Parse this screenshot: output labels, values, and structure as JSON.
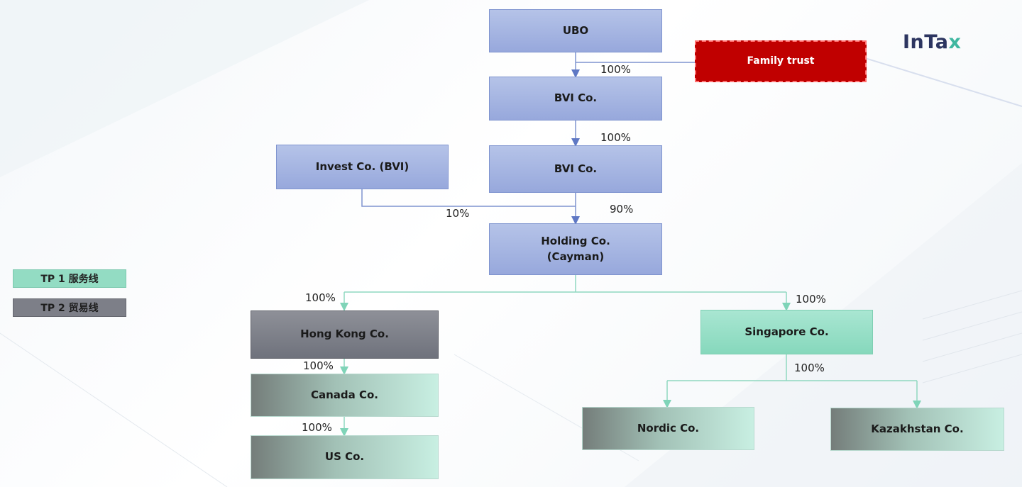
{
  "logo": {
    "part1": "InTa",
    "part2": "x"
  },
  "legend": [
    {
      "label": "TP 1 服务线",
      "color": "#93dcc3"
    },
    {
      "label": "TP 2 贸易线",
      "color": "#7d7f88"
    }
  ],
  "nodes": {
    "ubo": "UBO",
    "family_trust": "Family trust",
    "bvi_1": "BVI Co.",
    "bvi_2": "BVI Co.",
    "invest": "Invest Co. (BVI)",
    "holding_line1": "Holding Co.",
    "holding_line2": "(Cayman)",
    "hong_kong": "Hong Kong Co.",
    "canada": "Canada Co.",
    "us": "US Co.",
    "singapore": "Singapore Co.",
    "nordic": "Nordic Co.",
    "kazakhstan": "Kazakhstan Co."
  },
  "percentages": {
    "ubo_to_bvi1": "100%",
    "bvi1_to_bvi2": "100%",
    "bvi2_to_holding": "90%",
    "invest_to_holding": "10%",
    "holding_to_hk": "100%",
    "holding_to_sg": "100%",
    "hk_to_canada": "100%",
    "canada_to_us": "100%",
    "sg_to_subs": "100%"
  },
  "colors": {
    "blue_box": "#9eb0e0",
    "trust_red": "#c00000",
    "mint_box": "#93dcc3",
    "gray_box": "#7d7f88",
    "blue_line": "#5f78c4",
    "teal_line": "#7fd4b8"
  }
}
